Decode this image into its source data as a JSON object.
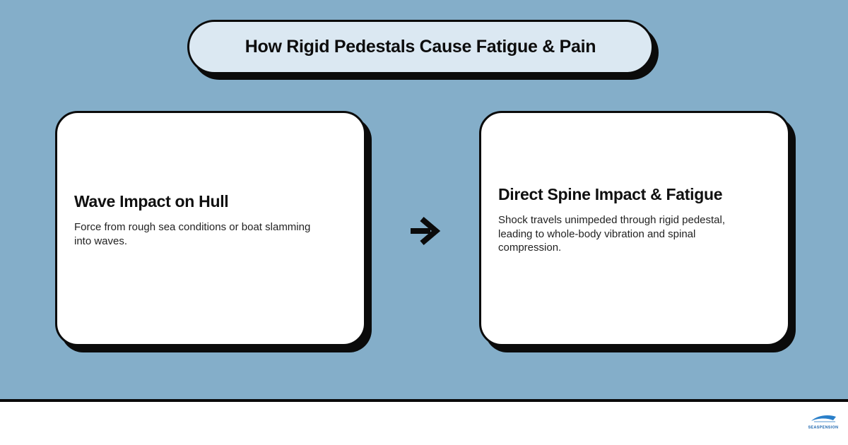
{
  "page": {
    "title": "How Rigid Pedestals Cause Fatigue & Pain",
    "background_color": "#84aec9",
    "pill_fill_color": "#dbe8f2",
    "outline_color": "#0b0b0b",
    "card_fill_color": "#ffffff"
  },
  "flow": {
    "connector_icon": "right-arrow",
    "cards": [
      {
        "title": "Wave Impact on Hull",
        "body": "Force from rough sea conditions or boat slamming\ninto waves."
      },
      {
        "title": "Direct Spine Impact & Fatigue",
        "body": "Shock travels unimpeded through rigid pedestal,\nleading to whole-body vibration and spinal\ncompression."
      }
    ]
  },
  "footer": {
    "brand": "SEASPENSION",
    "brand_color": "#1a64ae",
    "boat_icon_color": "#2a7fc9"
  }
}
